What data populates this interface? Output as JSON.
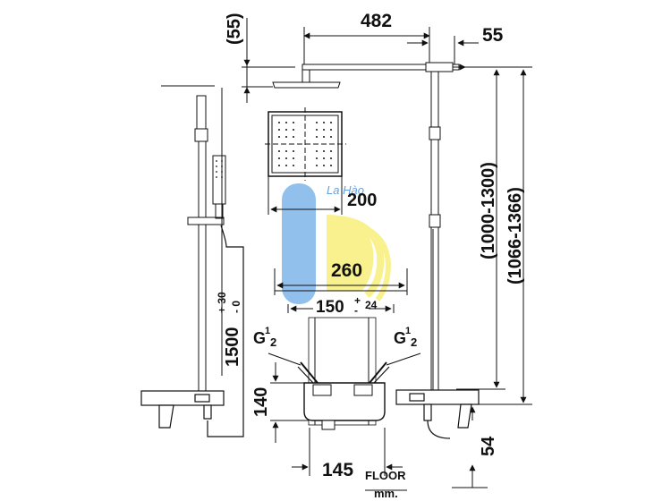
{
  "dimensions": {
    "top_offset": "(55)",
    "arm_length": "482",
    "arm_end": "55",
    "height_range_a": "(1000-1300)",
    "height_range_b": "(1066-1366)",
    "head_width": "200",
    "overall_width": "260",
    "mixer_spacing": "150",
    "mixer_tolerance_plus": "+",
    "mixer_tolerance_minus": "-",
    "mixer_tolerance_value": "24",
    "rail_height": "1500",
    "rail_tol_plus": "+ 30",
    "rail_tol_minus": "- 0",
    "mixer_height": "140",
    "spout_height": "54",
    "mixer_base": "145"
  },
  "labels": {
    "thread_left_g": "G",
    "thread_left_num": "1",
    "thread_left_den": "2",
    "thread_right_g": "G",
    "thread_right_num": "1",
    "thread_right_den": "2",
    "floor": "FLOOR",
    "unit": "mm.",
    "watermark": "La Hào"
  },
  "colors": {
    "line": "#111111",
    "watermark_blue": "#7fb6ea",
    "watermark_yellow": "#f7ef7a"
  }
}
